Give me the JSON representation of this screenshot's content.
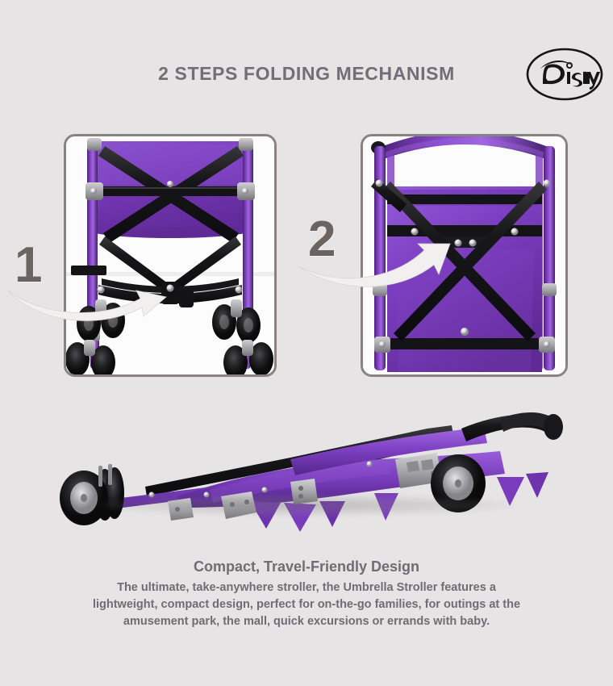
{
  "header": {
    "title": "2 STEPS FOLDING MECHANISM",
    "brand": "Disney",
    "brand_logo_name": "disney-oval-logo"
  },
  "steps": [
    {
      "number": "1",
      "panel_name": "step-1-photo-panel",
      "caption": "",
      "arrow_name": "step-1-curved-arrow",
      "photo_alt": "Rear view of purple umbrella stroller showing lower X-frame release bar and four dual wheels"
    },
    {
      "number": "2",
      "panel_name": "step-2-photo-panel",
      "caption": "",
      "arrow_name": "step-2-curved-arrow",
      "photo_alt": "Close rear view of partially folded purple stroller with canopy arc and crossing X-frame"
    }
  ],
  "product": {
    "folded_view_name": "folded-stroller-photo",
    "folded_view_alt": "Fully folded purple umbrella stroller lying on its side with wheels at left and black handle grips at right"
  },
  "footer": {
    "title": "Compact, Travel-Friendly Design",
    "body_line_1": "The ultimate, take-anywhere stroller, the Umbrella Stroller features a",
    "body_line_2": "lightweight, compact design, perfect for on-the-go families, for outings at the",
    "body_line_3": "amusement park, the mall, quick excursions or errands with baby."
  },
  "colors": {
    "background": "#e6e4e4",
    "heading_text": "#706e76",
    "body_text": "#6e6c74",
    "numeral": "#6b6460",
    "panel_border": "#8a8280",
    "stroller_purple": "#7a3cbd",
    "stroller_frame_black": "#1b1b1d",
    "arrow_white": "#f2f0ee"
  }
}
